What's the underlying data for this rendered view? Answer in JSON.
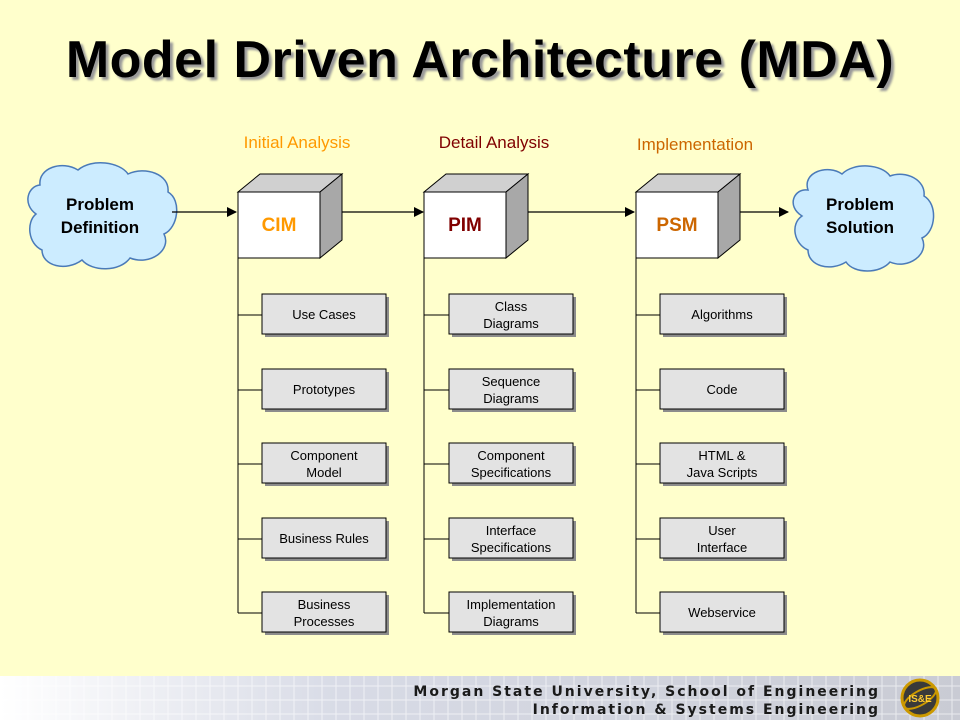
{
  "title": "Model Driven Architecture (MDA)",
  "phases": {
    "initial": "Initial Analysis",
    "detail": "Detail Analysis",
    "implementation": "Implementation"
  },
  "clouds": {
    "left": [
      "Problem",
      "Definition"
    ],
    "right": [
      "Problem",
      "Solution"
    ]
  },
  "models": {
    "cim": "CIM",
    "pim": "PIM",
    "psm": "PSM"
  },
  "cim_items": [
    [
      "Use Cases"
    ],
    [
      "Prototypes"
    ],
    [
      "Component",
      "Model"
    ],
    [
      "Business Rules"
    ],
    [
      "Business",
      "Processes"
    ]
  ],
  "pim_items": [
    [
      "Class",
      "Diagrams"
    ],
    [
      "Sequence",
      "Diagrams"
    ],
    [
      "Component",
      "Specifications"
    ],
    [
      "Interface",
      "Specifications"
    ],
    [
      "Implementation",
      "Diagrams"
    ]
  ],
  "psm_items": [
    [
      "Algorithms"
    ],
    [
      "Code"
    ],
    [
      "HTML &",
      "Java Scripts"
    ],
    [
      "User",
      "Interface"
    ],
    [
      "Webservice"
    ]
  ],
  "footer": {
    "line1": "Morgan State University, School of Engineering",
    "line2": "Information & Systems Engineering",
    "logo": "IS&E"
  },
  "colors": {
    "background": "#ffffcc",
    "initial_phase": "#ff9900",
    "detail_phase": "#800000",
    "implementation_phase": "#cc6600",
    "cim": "#ff9900",
    "pim": "#800000",
    "psm": "#cc6600",
    "cloud": "#ccecff"
  }
}
